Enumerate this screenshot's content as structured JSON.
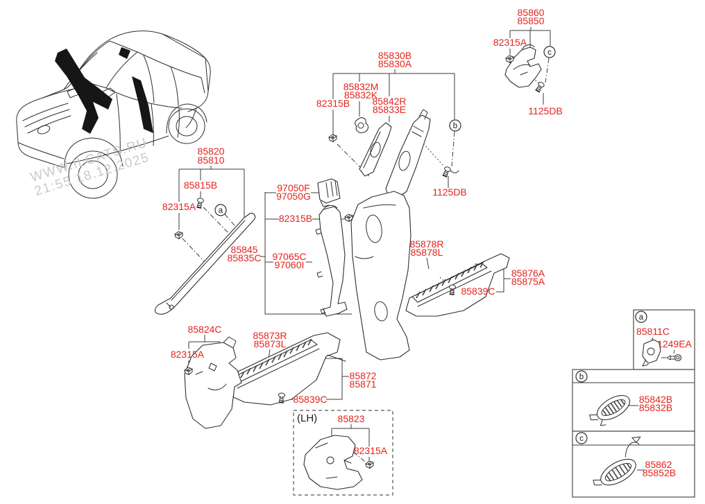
{
  "watermark": {
    "site": "WWW.ILCATS.RU",
    "timestamp": "21:55 18.12.2025"
  },
  "labels": {
    "apillar_codes": [
      "85820",
      "85810"
    ],
    "apillar_screw": "85815B",
    "apillar_clip": "82315A",
    "apillar_strip": [
      "85845",
      "85835C"
    ],
    "ref_a": "a",
    "duct_upper": [
      "97050F",
      "97050G"
    ],
    "duct_clip": "82315B",
    "duct_lower": [
      "97065C",
      "97060I"
    ],
    "bpillar_codes": [
      "85830B",
      "85830A"
    ],
    "bpillar_garnish": [
      "85832M",
      "85832K"
    ],
    "bpillar_clip": "82315B",
    "bpillar_trim": [
      "85842R",
      "85833E"
    ],
    "ref_b": "b",
    "bpillar_screw": "1125DB",
    "corner_codes": [
      "85860",
      "85850"
    ],
    "corner_clip": "82315A",
    "ref_c": "c",
    "corner_screw": "1125DB",
    "rear_scuff_trim": [
      "85878R",
      "85878L"
    ],
    "rear_sill_codes": [
      "85876A",
      "85875A"
    ],
    "rear_sill_screw": "85839C",
    "cowl_code": "85824C",
    "cowl_clip": "82315A",
    "front_scuff_trim": [
      "85873R",
      "85873L"
    ],
    "front_sill_codes": [
      "85872",
      "85871"
    ],
    "front_sill_screw": "85839C",
    "lh_tag": "(LH)",
    "lh_code": "85823",
    "lh_clip": "82315A"
  },
  "legend": {
    "a": {
      "ref": "a",
      "code": "85811C",
      "screw": "1249EA"
    },
    "b": {
      "ref": "b",
      "codes": [
        "85842B",
        "85832B"
      ]
    },
    "c": {
      "ref": "c",
      "codes": [
        "85862",
        "85852B"
      ]
    }
  },
  "colors": {
    "label": "#e3231d",
    "line": "#3a3a3a",
    "watermark": "#c9c9c9"
  }
}
